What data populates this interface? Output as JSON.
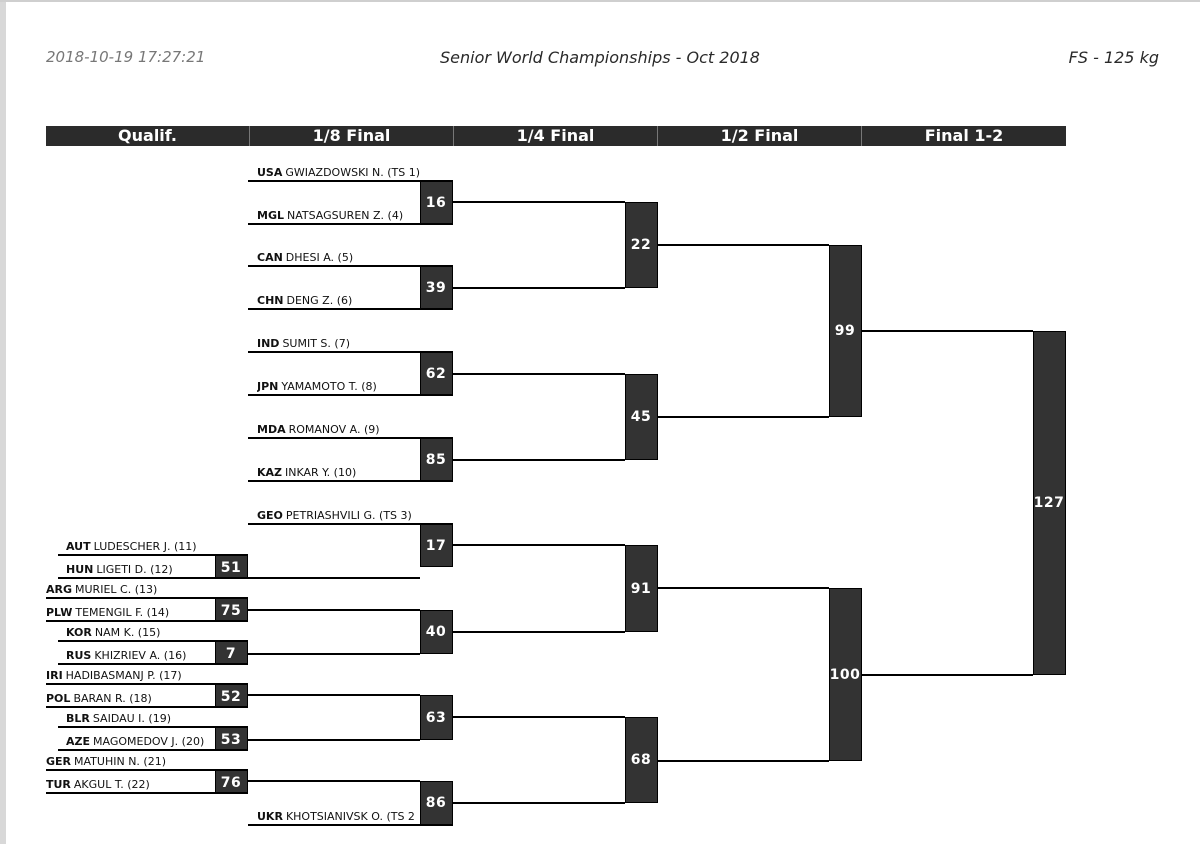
{
  "header": {
    "timestamp": "2018-10-19 17:27:21",
    "title": "Senior World Championships - Oct 2018",
    "category": "FS - 125 kg"
  },
  "columns": [
    "Qualif.",
    "1/8 Final",
    "1/4 Final",
    "1/2 Final",
    "Final 1-2"
  ],
  "r16_wrestlers": [
    {
      "nat": "USA",
      "name": "GWIAZDOWSKI N. (TS 1)"
    },
    {
      "nat": "MGL",
      "name": "NATSAGSUREN Z. (4)"
    },
    {
      "nat": "CAN",
      "name": "DHESI A. (5)"
    },
    {
      "nat": "CHN",
      "name": "DENG Z. (6)"
    },
    {
      "nat": "IND",
      "name": "SUMIT S. (7)"
    },
    {
      "nat": "JPN",
      "name": "YAMAMOTO T. (8)"
    },
    {
      "nat": "MDA",
      "name": "ROMANOV A. (9)"
    },
    {
      "nat": "KAZ",
      "name": "INKAR Y. (10)"
    },
    {
      "nat": "GEO",
      "name": "PETRIASHVILI G. (TS 3)"
    },
    {
      "nat": "UKR",
      "name": "KHOTSIANIVSK O. (TS 2"
    }
  ],
  "qual_wrestlers": [
    {
      "nat": "AUT",
      "name": "LUDESCHER J. (11)"
    },
    {
      "nat": "HUN",
      "name": "LIGETI D. (12)"
    },
    {
      "nat": "ARG",
      "name": "MURIEL C. (13)"
    },
    {
      "nat": "PLW",
      "name": "TEMENGIL F. (14)"
    },
    {
      "nat": "KOR",
      "name": "NAM K. (15)"
    },
    {
      "nat": "RUS",
      "name": "KHIZRIEV A. (16)"
    },
    {
      "nat": "IRI",
      "name": "HADIBASMANJ P. (17)"
    },
    {
      "nat": "POL",
      "name": "BARAN R. (18)"
    },
    {
      "nat": "BLR",
      "name": "SAIDAU I. (19)"
    },
    {
      "nat": "AZE",
      "name": "MAGOMEDOV J. (20)"
    },
    {
      "nat": "GER",
      "name": "MATUHIN N. (21)"
    },
    {
      "nat": "TUR",
      "name": "AKGUL T. (22)"
    }
  ],
  "bouts": {
    "qual": [
      "51",
      "75",
      "7",
      "52",
      "53",
      "76"
    ],
    "r16": [
      "16",
      "39",
      "62",
      "85",
      "17",
      "40",
      "63",
      "86"
    ],
    "qf": [
      "22",
      "45",
      "91",
      "68"
    ],
    "sf": [
      "99",
      "100"
    ],
    "final": [
      "127"
    ]
  }
}
